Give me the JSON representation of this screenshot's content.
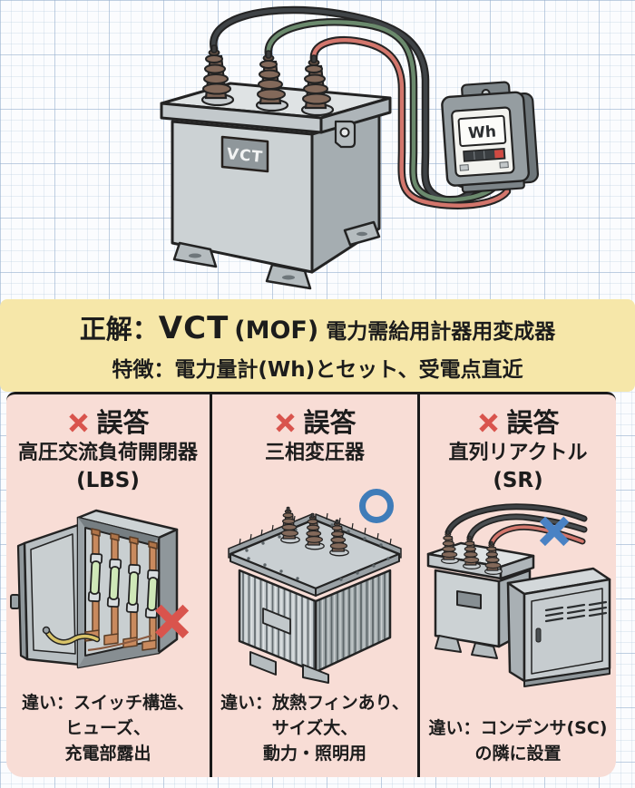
{
  "top": {
    "vct_label": "VCT",
    "meter_label": "Wh"
  },
  "banner": {
    "answer_prefix": "正解：",
    "answer_main": "VCT",
    "answer_paren": "(MOF)",
    "answer_desc": "電力需給用計器用変成器",
    "feature": "特徴：電力量計(Wh)とセット、受電点直近"
  },
  "columns": [
    {
      "wrong_mark": "×",
      "wrong_label": "誤答",
      "title": "高圧交流負荷開閉器",
      "subtitle": "(LBS)",
      "overlay_mark": "×",
      "notes": [
        "違い：スイッチ構造、",
        "ヒューズ、",
        "充電部露出"
      ]
    },
    {
      "wrong_mark": "×",
      "wrong_label": "誤答",
      "title": "三相変圧器",
      "overlay_mark": "○",
      "notes": [
        "違い：放熱フィンあり、",
        "サイズ大、",
        "動力・照明用"
      ]
    },
    {
      "wrong_mark": "×",
      "wrong_label": "誤答",
      "title": "直列リアクトル",
      "subtitle": "(SR)",
      "overlay_mark": "×",
      "notes": [
        "違い：コンデンサ(SC)",
        "の隣に設置"
      ]
    }
  ],
  "colors": {
    "banner_bg": "#f6e7a9",
    "panel_bg": "#f8ddd6",
    "wrong_red": "#d9544d",
    "accent_blue": "#3f7cb9",
    "text": "#1c1c1c",
    "wire_green": "#6b8a6d",
    "wire_red": "#d3766c",
    "copper": "#c98a5e"
  }
}
